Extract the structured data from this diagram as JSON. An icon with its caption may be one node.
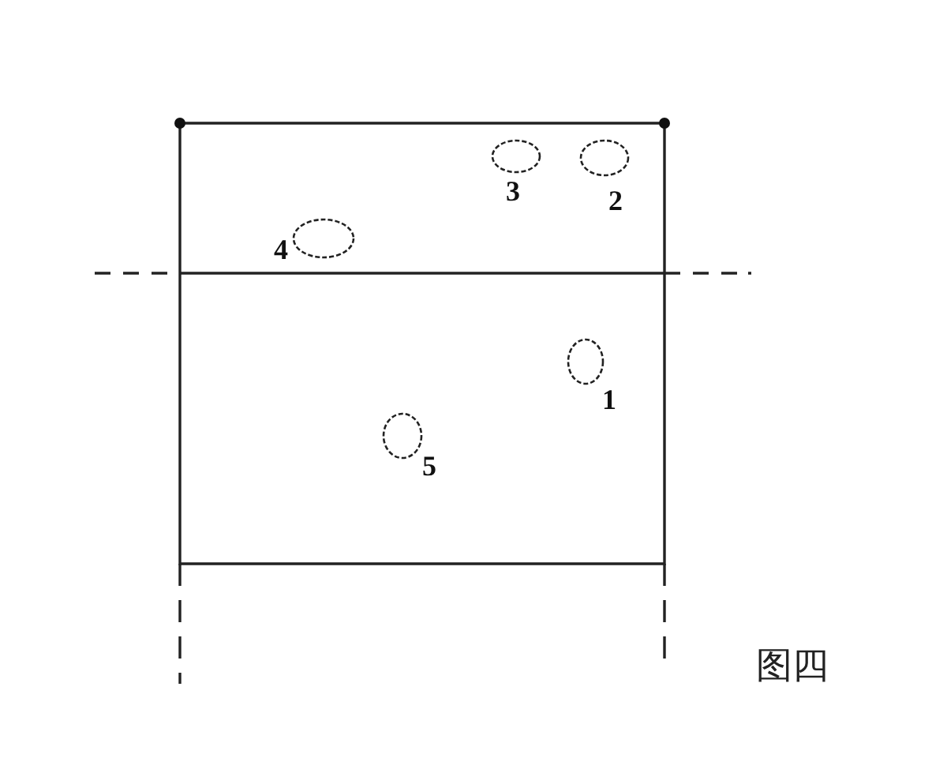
{
  "diagram": {
    "caption": "图四",
    "labels": [
      "3",
      "2",
      "4",
      "1",
      "5"
    ]
  }
}
